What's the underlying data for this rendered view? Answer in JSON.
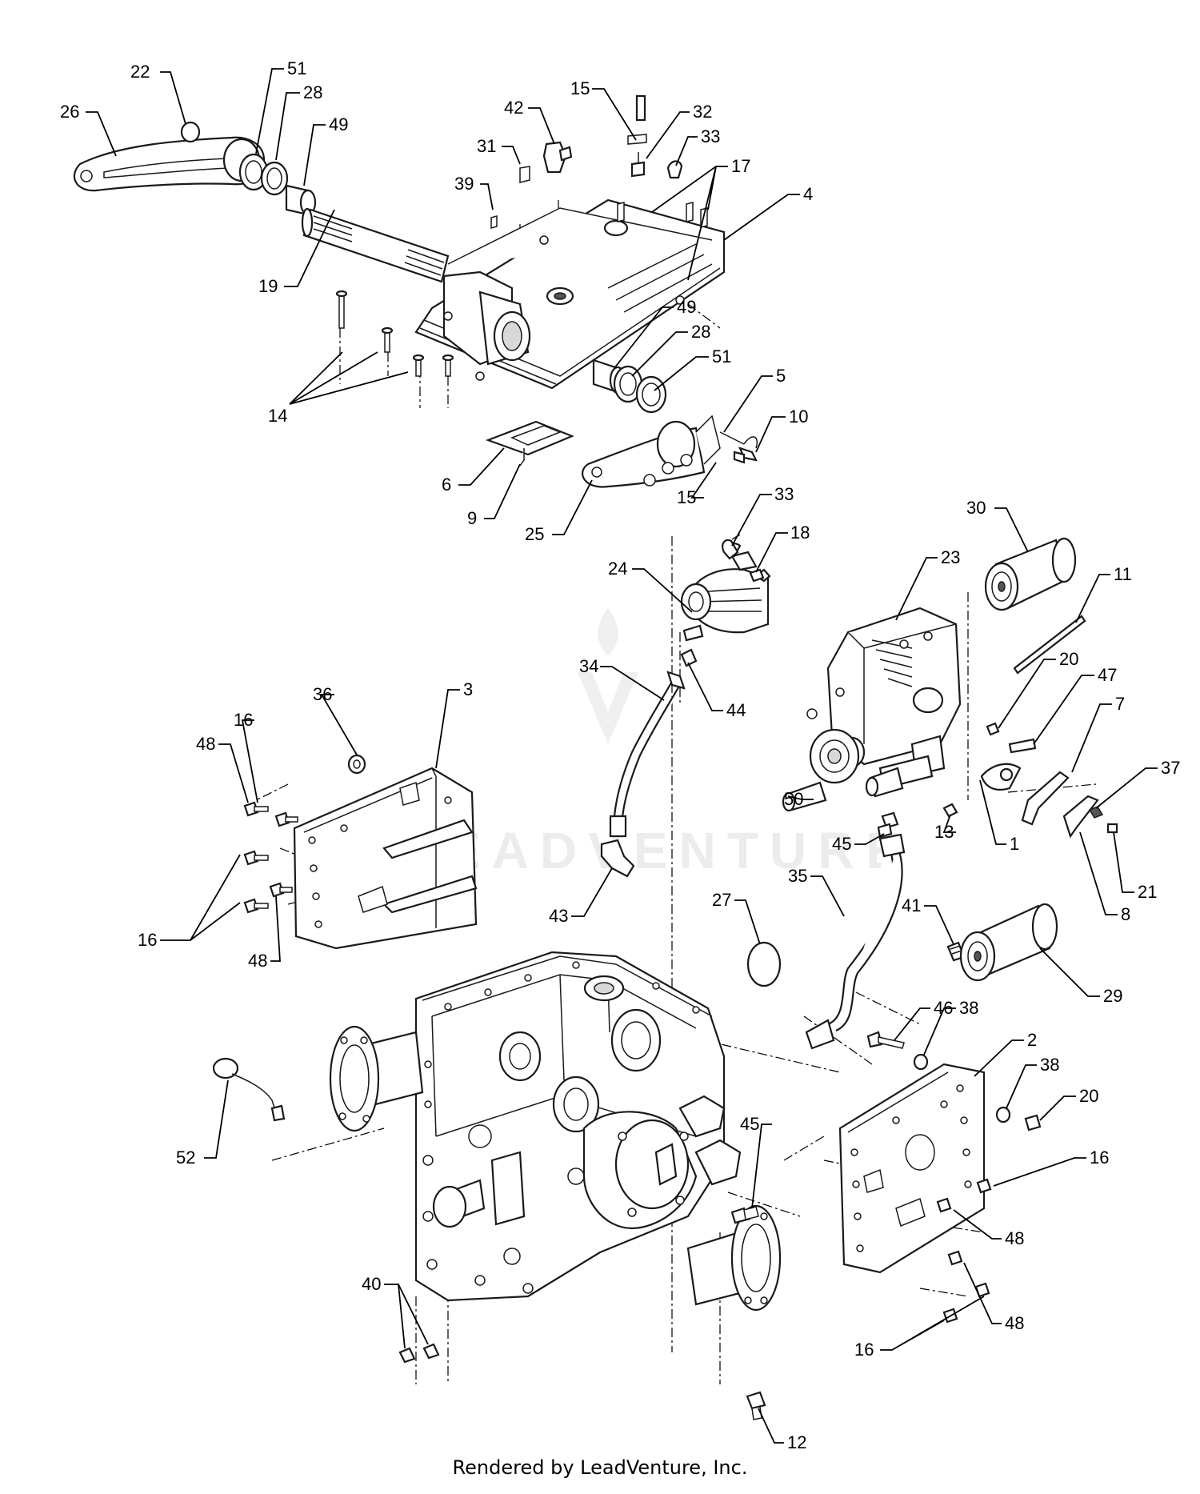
{
  "watermark": "LEADVENTURE",
  "footer": "Rendered by LeadVenture, Inc.",
  "callouts": [
    {
      "id": "c22",
      "label": "22"
    },
    {
      "id": "c26",
      "label": "26"
    },
    {
      "id": "c51a",
      "label": "51"
    },
    {
      "id": "c28a",
      "label": "28"
    },
    {
      "id": "c49a",
      "label": "49"
    },
    {
      "id": "c19",
      "label": "19"
    },
    {
      "id": "c42",
      "label": "42"
    },
    {
      "id": "c31",
      "label": "31"
    },
    {
      "id": "c39",
      "label": "39"
    },
    {
      "id": "c15a",
      "label": "15"
    },
    {
      "id": "c32",
      "label": "32"
    },
    {
      "id": "c33a",
      "label": "33"
    },
    {
      "id": "c17",
      "label": "17"
    },
    {
      "id": "c4",
      "label": "4"
    },
    {
      "id": "c14",
      "label": "14"
    },
    {
      "id": "c49b",
      "label": "49"
    },
    {
      "id": "c28b",
      "label": "28"
    },
    {
      "id": "c51b",
      "label": "51"
    },
    {
      "id": "c5",
      "label": "5"
    },
    {
      "id": "c10",
      "label": "10"
    },
    {
      "id": "c6",
      "label": "6"
    },
    {
      "id": "c9",
      "label": "9"
    },
    {
      "id": "c25",
      "label": "25"
    },
    {
      "id": "c15b",
      "label": "15"
    },
    {
      "id": "c33b",
      "label": "33"
    },
    {
      "id": "c18",
      "label": "18"
    },
    {
      "id": "c24",
      "label": "24"
    },
    {
      "id": "c30",
      "label": "30"
    },
    {
      "id": "c23",
      "label": "23"
    },
    {
      "id": "c11",
      "label": "11"
    },
    {
      "id": "c34",
      "label": "34"
    },
    {
      "id": "c44",
      "label": "44"
    },
    {
      "id": "c20a",
      "label": "20"
    },
    {
      "id": "c47",
      "label": "47"
    },
    {
      "id": "c7",
      "label": "7"
    },
    {
      "id": "c36",
      "label": "36"
    },
    {
      "id": "c3",
      "label": "3"
    },
    {
      "id": "c16a",
      "label": "16"
    },
    {
      "id": "c48a",
      "label": "48"
    },
    {
      "id": "c50",
      "label": "50"
    },
    {
      "id": "c37",
      "label": "37"
    },
    {
      "id": "c13",
      "label": "13"
    },
    {
      "id": "c1",
      "label": "1"
    },
    {
      "id": "c45a",
      "label": "45"
    },
    {
      "id": "c21",
      "label": "21"
    },
    {
      "id": "c8",
      "label": "8"
    },
    {
      "id": "c43",
      "label": "43"
    },
    {
      "id": "c35",
      "label": "35"
    },
    {
      "id": "c27",
      "label": "27"
    },
    {
      "id": "c16b",
      "label": "16"
    },
    {
      "id": "c48b",
      "label": "48"
    },
    {
      "id": "c41",
      "label": "41"
    },
    {
      "id": "c29",
      "label": "29"
    },
    {
      "id": "c46",
      "label": "46"
    },
    {
      "id": "c38a",
      "label": "38"
    },
    {
      "id": "c2",
      "label": "2"
    },
    {
      "id": "c38b",
      "label": "38"
    },
    {
      "id": "c20b",
      "label": "20"
    },
    {
      "id": "c52",
      "label": "52"
    },
    {
      "id": "c45b",
      "label": "45"
    },
    {
      "id": "c16c",
      "label": "16"
    },
    {
      "id": "c48c",
      "label": "48"
    },
    {
      "id": "c40",
      "label": "40"
    },
    {
      "id": "c48d",
      "label": "48"
    },
    {
      "id": "c16d",
      "label": "16"
    },
    {
      "id": "c12",
      "label": "12"
    }
  ]
}
